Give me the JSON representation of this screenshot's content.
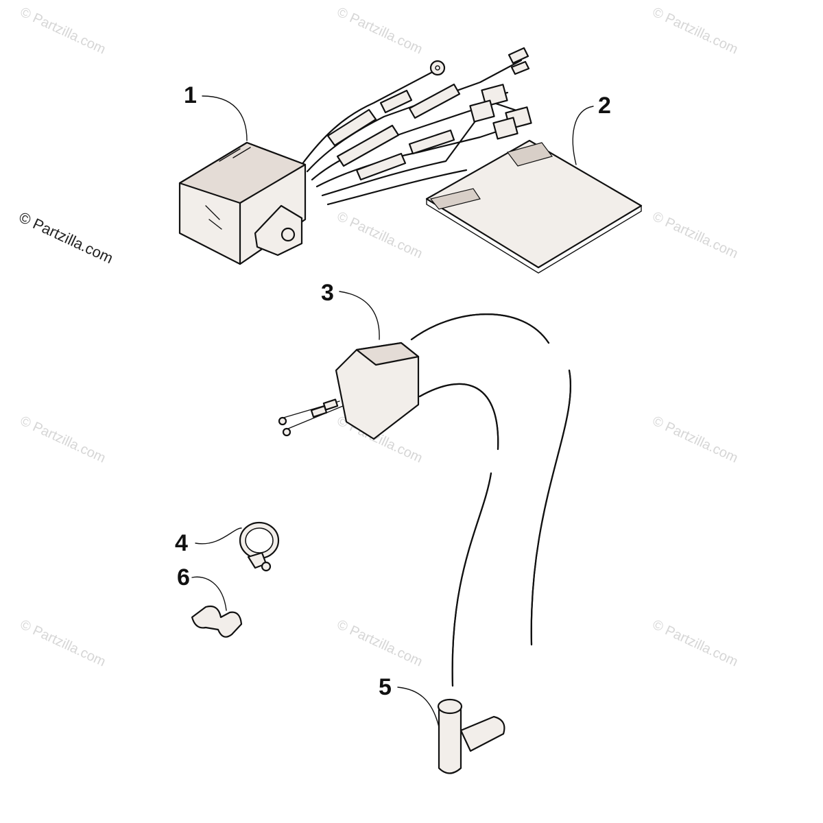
{
  "watermark": {
    "text": "© Partzilla.com",
    "side_text": "© Partzilla.com"
  },
  "callouts": [
    {
      "id": "1",
      "label": "1"
    },
    {
      "id": "2",
      "label": "2"
    },
    {
      "id": "3",
      "label": "3"
    },
    {
      "id": "4",
      "label": "4"
    },
    {
      "id": "5",
      "label": "5"
    },
    {
      "id": "6",
      "label": "6"
    }
  ],
  "colors": {
    "line": "#111111",
    "part_fill": "#f2eeea",
    "watermark": "#d6d6d6"
  }
}
